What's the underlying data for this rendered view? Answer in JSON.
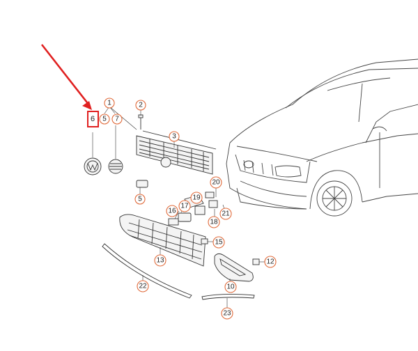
{
  "callouts": [
    {
      "id": "c1",
      "label": "1"
    },
    {
      "id": "c2",
      "label": "2"
    },
    {
      "id": "c3",
      "label": "3"
    },
    {
      "id": "c5a",
      "label": "5"
    },
    {
      "id": "c5b",
      "label": "5"
    },
    {
      "id": "c6",
      "label": "6"
    },
    {
      "id": "c7",
      "label": "7"
    },
    {
      "id": "c10",
      "label": "10"
    },
    {
      "id": "c12",
      "label": "12"
    },
    {
      "id": "c13",
      "label": "13"
    },
    {
      "id": "c15",
      "label": "15"
    },
    {
      "id": "c16",
      "label": "16"
    },
    {
      "id": "c17",
      "label": "17"
    },
    {
      "id": "c18",
      "label": "18"
    },
    {
      "id": "c19",
      "label": "19"
    },
    {
      "id": "c20",
      "label": "20"
    },
    {
      "id": "c21",
      "label": "21"
    },
    {
      "id": "c22",
      "label": "22"
    },
    {
      "id": "c23",
      "label": "23"
    }
  ],
  "highlight": {
    "label": "6",
    "color": "#e02020"
  },
  "colors": {
    "callout_stroke": "#e06a3a",
    "arrow": "#e02020",
    "line": "#333333"
  }
}
